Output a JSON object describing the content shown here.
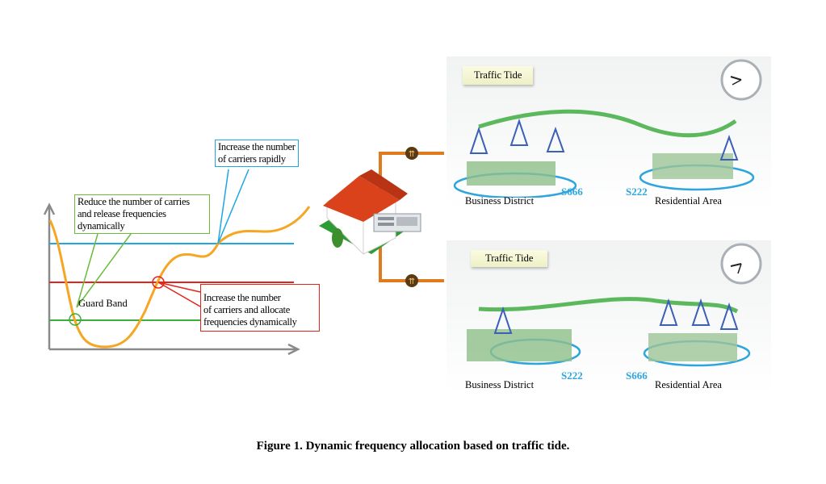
{
  "chart_panel": {
    "callouts": {
      "rapid": [
        "Increase the number",
        "of carriers rapidly"
      ],
      "reduce": [
        "Reduce  the number of carries",
        "and release frequencies",
        "dynamically"
      ],
      "allocate": [
        "Increase the number",
        "of carriers and allocate",
        "frequencies dynamically"
      ]
    },
    "guard_band_label": "Guard Band",
    "colors": {
      "traffic_curve": "#f5a623",
      "high_threshold": "#1ea7e1",
      "mid_threshold": "#e3241b",
      "low_threshold": "#3cae3a",
      "axis": "#8a8a8a"
    }
  },
  "scenarios": [
    {
      "label": "Traffic Tide",
      "clock_icon": "clock-icon",
      "left_area": {
        "name": "Business District",
        "rate": "S666",
        "towers": 3
      },
      "right_area": {
        "name": "Residential Area",
        "rate": "S222",
        "towers": 1
      }
    },
    {
      "label": "Traffic Tide",
      "clock_icon": "clock-icon",
      "left_area": {
        "name": "Business District",
        "rate": "S222",
        "towers": 1
      },
      "right_area": {
        "name": "Residential Area",
        "rate": "S666",
        "towers": 3
      }
    }
  ],
  "caption": "Figure 1. Dynamic frequency allocation based on traffic tide."
}
